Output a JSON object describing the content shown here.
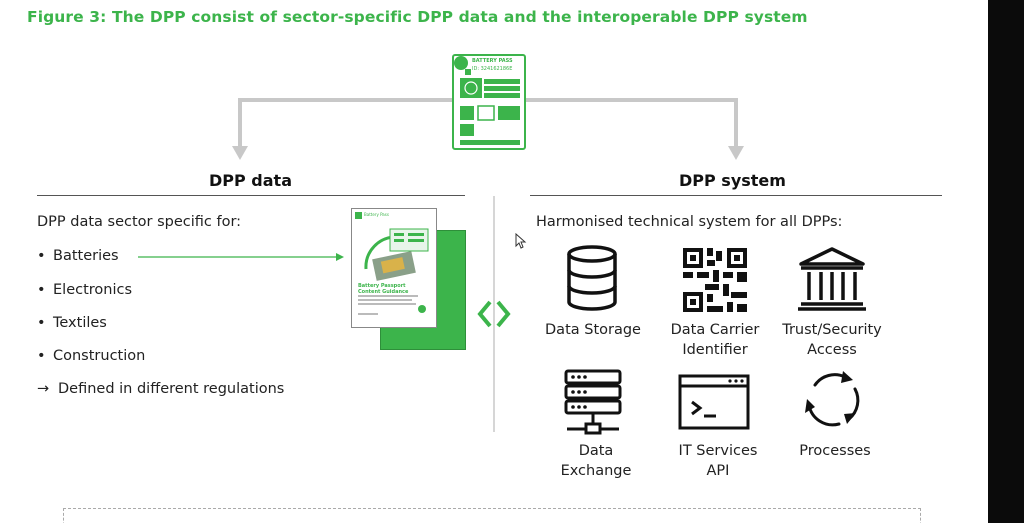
{
  "figure_title": "Figure 3: The DPP consist of sector-specific DPP data and the interoperable DPP system",
  "passport_card": {
    "title": "BATTERY PASS",
    "id": "ID: 324162186E"
  },
  "left": {
    "heading": "DPP data",
    "intro": "DPP data sector specific for:",
    "bullet_symbol": "•",
    "sectors": [
      "Batteries",
      "Electronics",
      "Textiles",
      "Construction"
    ],
    "arrow_symbol": "→",
    "note": "Defined in different regulations",
    "document": {
      "brand": "Battery Pass",
      "title": "Battery Passport Content Guidance"
    }
  },
  "right": {
    "heading": "DPP system",
    "intro": "Harmonised technical system for all DPPs:",
    "items": [
      {
        "icon": "database-icon",
        "line1": "Data Storage",
        "line2": ""
      },
      {
        "icon": "qr-code-icon",
        "line1": "Data Carrier",
        "line2": "Identifier"
      },
      {
        "icon": "building-icon",
        "line1": "Trust/Security",
        "line2": "Access"
      },
      {
        "icon": "server-icon",
        "line1": "Data",
        "line2": "Exchange"
      },
      {
        "icon": "terminal-icon",
        "line1": "IT Services",
        "line2": "API"
      },
      {
        "icon": "cycle-icon",
        "line1": "Processes",
        "line2": ""
      }
    ]
  },
  "colors": {
    "accent": "#3cb44b",
    "connector": "#c8c8c8",
    "text": "#222222"
  }
}
